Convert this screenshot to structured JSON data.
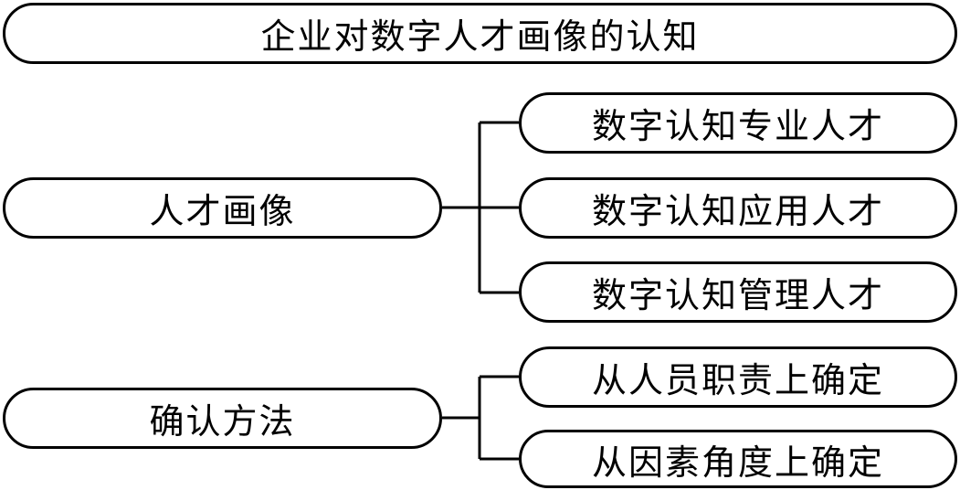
{
  "title": "企业对数字人才画像的认知",
  "groups": [
    {
      "label": "人才画像",
      "children": [
        "数字认知专业人才",
        "数字认知应用人才",
        "数字认知管理人才"
      ]
    },
    {
      "label": "确认方法",
      "children": [
        "从人员职责上确定",
        "从因素角度上确定"
      ]
    }
  ]
}
